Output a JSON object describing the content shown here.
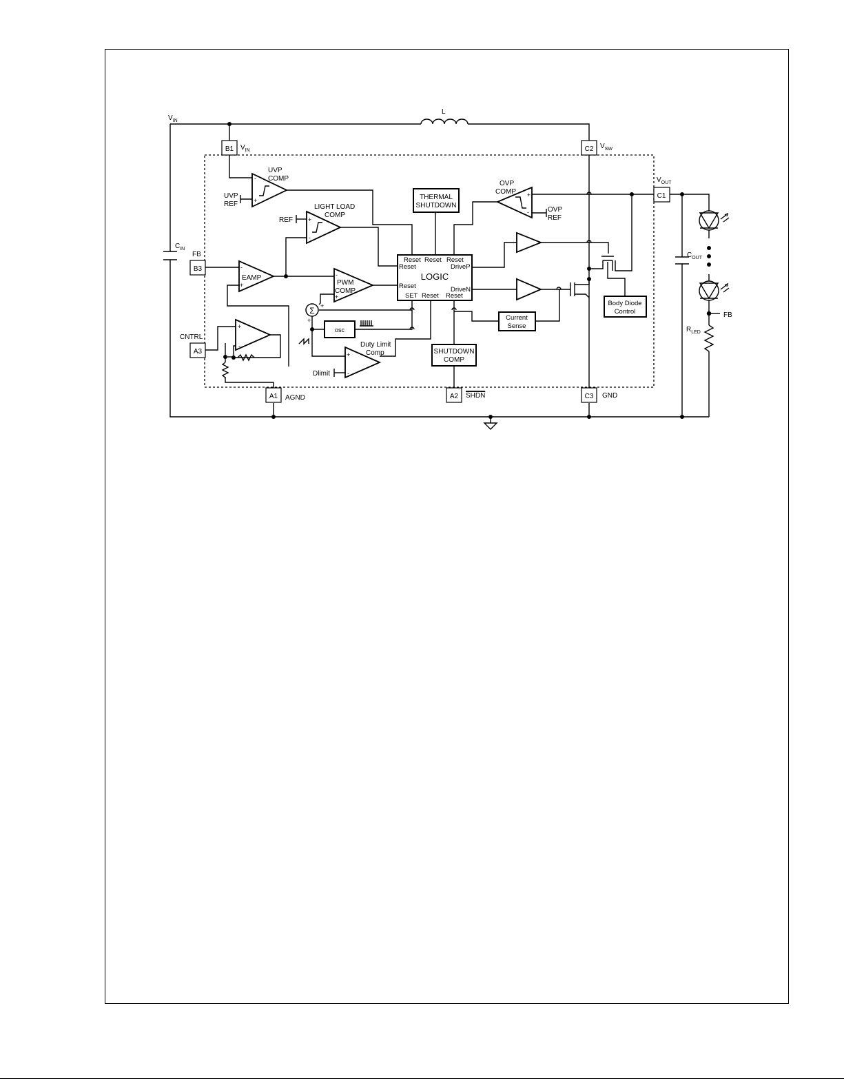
{
  "diagram": {
    "power_labels": {
      "vin": "V",
      "vin_sub": "IN",
      "inductor": "L",
      "cin": "C",
      "cin_sub": "IN",
      "cout": "C",
      "cout_sub": "OUT",
      "rled": "R",
      "rled_sub": "LED",
      "fb_node": "FB"
    },
    "pins": {
      "b1": {
        "id": "B1",
        "name": "V",
        "name_sub": "IN"
      },
      "c2": {
        "id": "C2",
        "name": "V",
        "name_sub": "SW"
      },
      "c1": {
        "id": "C1",
        "name": "V",
        "name_sub": "OUT"
      },
      "b3": {
        "id": "B3",
        "name": "FB"
      },
      "a3": {
        "id": "A3",
        "name": "CNTRL"
      },
      "a1": {
        "id": "A1",
        "name": "AGND"
      },
      "a2": {
        "id": "A2",
        "name": "SHDN"
      },
      "c3": {
        "id": "C3",
        "name": "GND"
      }
    },
    "blocks": {
      "uvp_comp": [
        "UVP",
        "COMP"
      ],
      "uvp_ref": [
        "UVP",
        "REF"
      ],
      "light_load_comp": [
        "LIGHT LOAD",
        "COMP"
      ],
      "ref": "REF",
      "thermal_shutdown": [
        "THERMAL",
        "SHUTDOWN"
      ],
      "ovp_comp": [
        "OVP",
        "COMP"
      ],
      "ovp_ref": [
        "OVP",
        "REF"
      ],
      "eamp": "EAMP",
      "pwm_comp": [
        "PWM",
        "COMP"
      ],
      "logic": {
        "title": "LOGIC",
        "top_resets": [
          "Reset",
          "Reset",
          "Reset"
        ],
        "left_reset_1": "Reset",
        "left_reset_2": "Reset",
        "drivep": "DriveP",
        "driven": "DriveN",
        "set": "SET",
        "bottom_reset_1": "Reset",
        "bottom_reset_2": "Reset"
      },
      "osc": "osc",
      "duty_limit_comp": [
        "Duty Limit",
        "Comp"
      ],
      "dlimit": "Dlimit",
      "shutdown_comp": [
        "SHUTDOWN",
        "COMP"
      ],
      "current_sense": [
        "Current",
        "Sense"
      ],
      "body_diode_control": [
        "Body Diode",
        "Control"
      ],
      "sum": "Σ"
    }
  }
}
